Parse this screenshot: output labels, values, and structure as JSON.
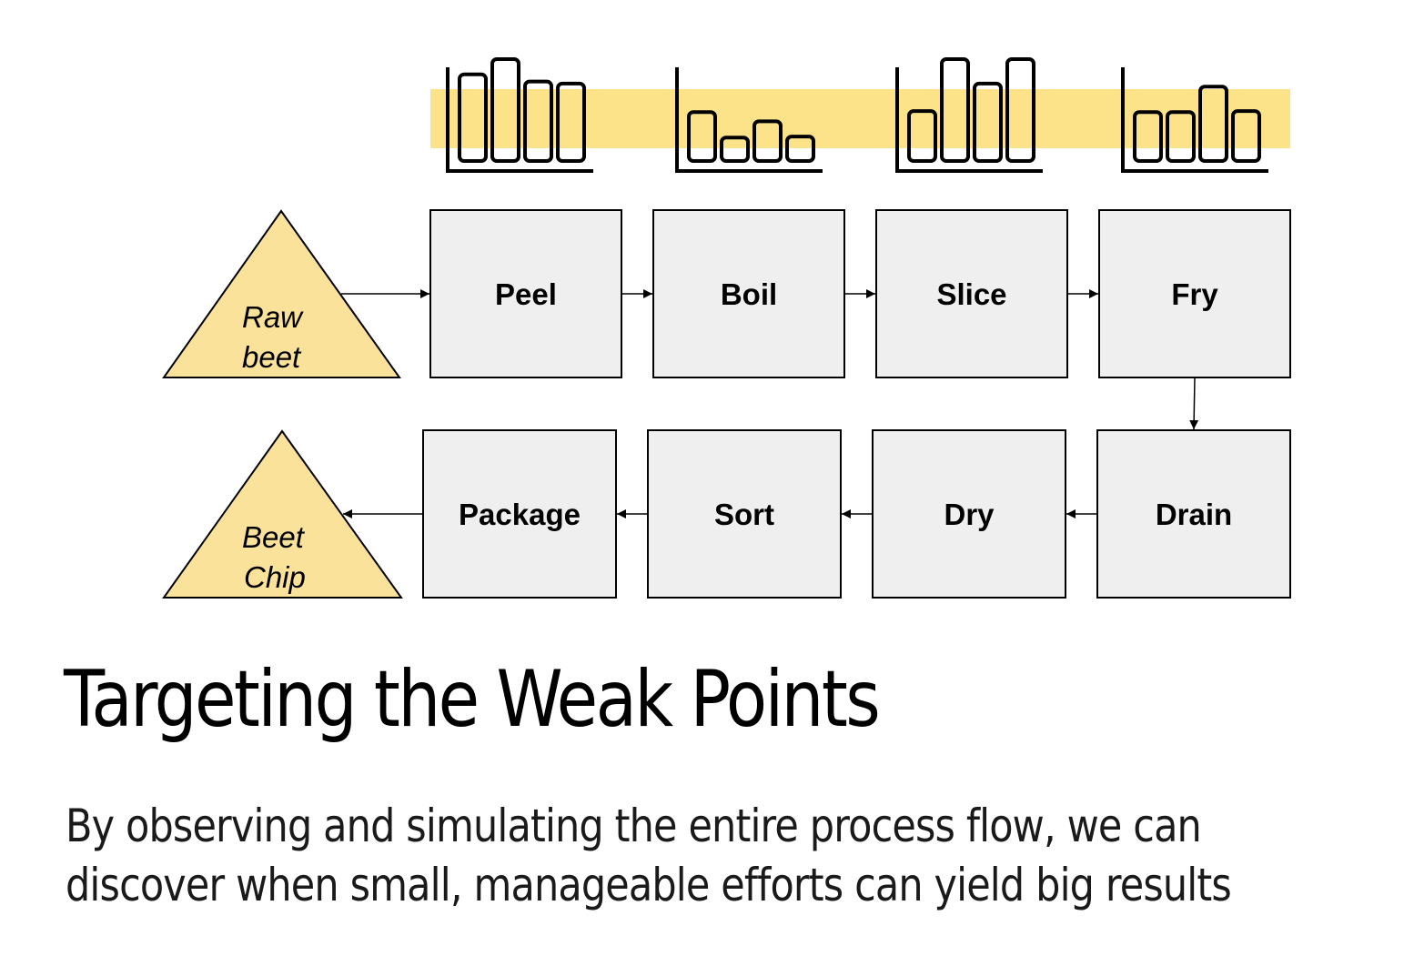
{
  "colors": {
    "highlight": "#fce38a",
    "triangle_fill": "#fbe29a",
    "box_fill": "#efefef",
    "stroke": "#000000"
  },
  "diagram": {
    "inputs": {
      "source": [
        "Raw",
        "beet"
      ],
      "output": [
        "Beet",
        "Chip"
      ]
    },
    "top_row": [
      "Peel",
      "Boil",
      "Slice",
      "Fry"
    ],
    "bottom_row": [
      "Drain",
      "Dry",
      "Sort",
      "Package"
    ],
    "bar_icons": [
      {
        "name": "peel-bars-icon",
        "levels": [
          0.85,
          1.0,
          0.78,
          0.76
        ]
      },
      {
        "name": "boil-bars-icon",
        "levels": [
          0.48,
          0.23,
          0.39,
          0.24
        ]
      },
      {
        "name": "slice-bars-icon",
        "levels": [
          0.49,
          1.0,
          0.76,
          1.0
        ]
      },
      {
        "name": "fry-bars-icon",
        "levels": [
          0.48,
          0.48,
          0.73,
          0.49
        ]
      }
    ]
  },
  "headline": "Targeting the Weak Points",
  "caption": "By observing and simulating the entire process flow, we can discover when small, manageable efforts can yield big results"
}
